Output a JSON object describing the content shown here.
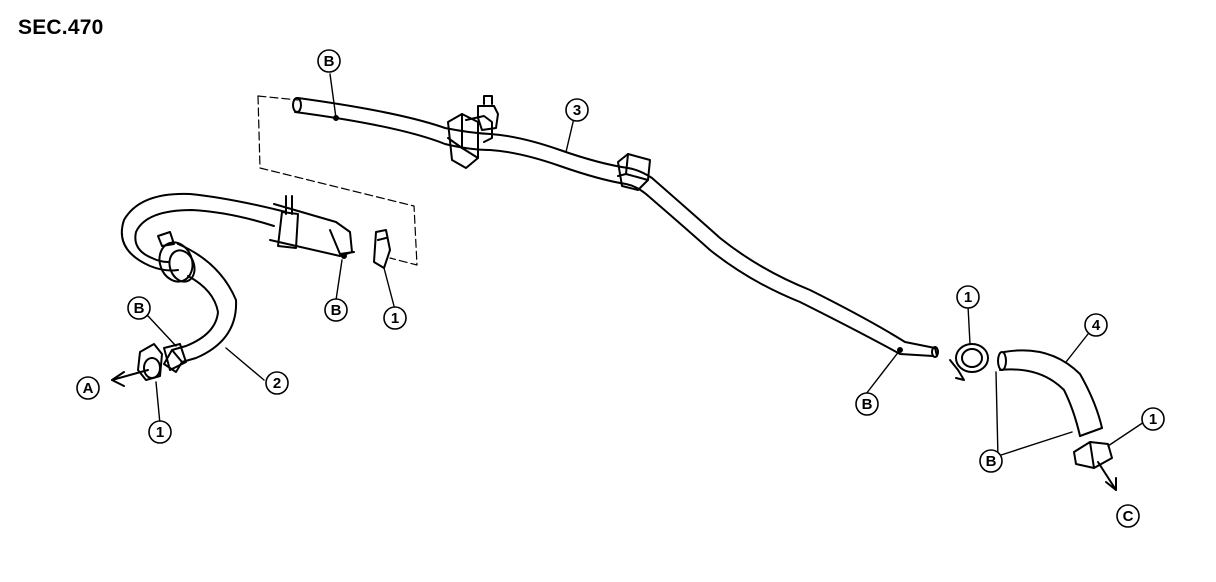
{
  "title": "SEC.470",
  "callouts": {
    "b_top": "B",
    "num_3": "3",
    "b_mid_left": "B",
    "num_1_mid_left": "1",
    "b_left": "B",
    "num_2": "2",
    "a_left": "A",
    "num_1_left": "1",
    "num_1_right_top": "1",
    "num_4": "4",
    "b_right_lower": "B",
    "b_right": "B",
    "num_1_right": "1",
    "c_right": "C"
  }
}
